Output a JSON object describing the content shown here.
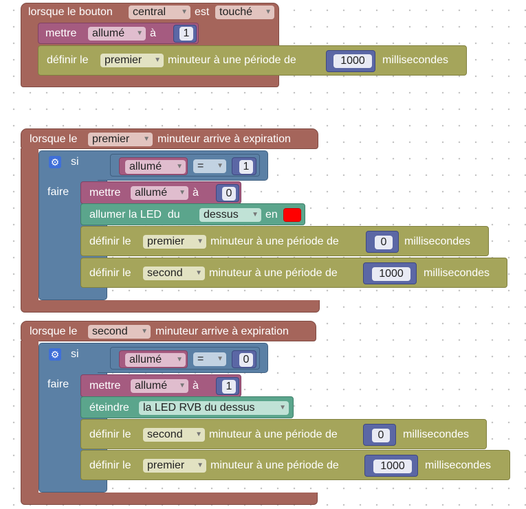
{
  "block1": {
    "event_prefix": "lorsque le bouton",
    "button": "central",
    "event_mid": "est",
    "state": "touché",
    "set_kw": "mettre",
    "set_var": "allumé",
    "set_to": "à",
    "set_value": "1",
    "timer_kw": "définir le",
    "timer_name": "premier",
    "timer_mid": "minuteur à une période de",
    "timer_value": "1000",
    "timer_unit": "millisecondes"
  },
  "block2": {
    "event_prefix": "lorsque le",
    "timer": "premier",
    "event_suffix": "minuteur arrive à expiration",
    "if_kw": "si",
    "cond_var": "allumé",
    "cond_op": "=",
    "cond_value": "1",
    "do_kw": "faire",
    "set_kw": "mettre",
    "set_var": "allumé",
    "set_to": "à",
    "set_value": "0",
    "led_kw": "allumer la LED  du",
    "led_pos": "dessus",
    "led_en": "en",
    "led_color": "#ff0000",
    "t1_kw": "définir le",
    "t1_name": "premier",
    "t1_mid": "minuteur à une période de",
    "t1_value": "0",
    "t1_unit": "millisecondes",
    "t2_kw": "définir le",
    "t2_name": "second",
    "t2_mid": "minuteur à une période de",
    "t2_value": "1000",
    "t2_unit": "millisecondes"
  },
  "block3": {
    "event_prefix": "lorsque le",
    "timer": "second",
    "event_suffix": "minuteur arrive à expiration",
    "if_kw": "si",
    "cond_var": "allumé",
    "cond_op": "=",
    "cond_value": "0",
    "do_kw": "faire",
    "set_kw": "mettre",
    "set_var": "allumé",
    "set_to": "à",
    "set_value": "1",
    "off_kw": "éteindre",
    "off_target": "la LED RVB du dessus",
    "t1_kw": "définir le",
    "t1_name": "second",
    "t1_mid": "minuteur à une période de",
    "t1_value": "0",
    "t1_unit": "millisecondes",
    "t2_kw": "définir le",
    "t2_name": "premier",
    "t2_mid": "minuteur à une période de",
    "t2_value": "1000",
    "t2_unit": "millisecondes"
  },
  "icons": {
    "dropdown": "▼",
    "gear": "⚙"
  }
}
